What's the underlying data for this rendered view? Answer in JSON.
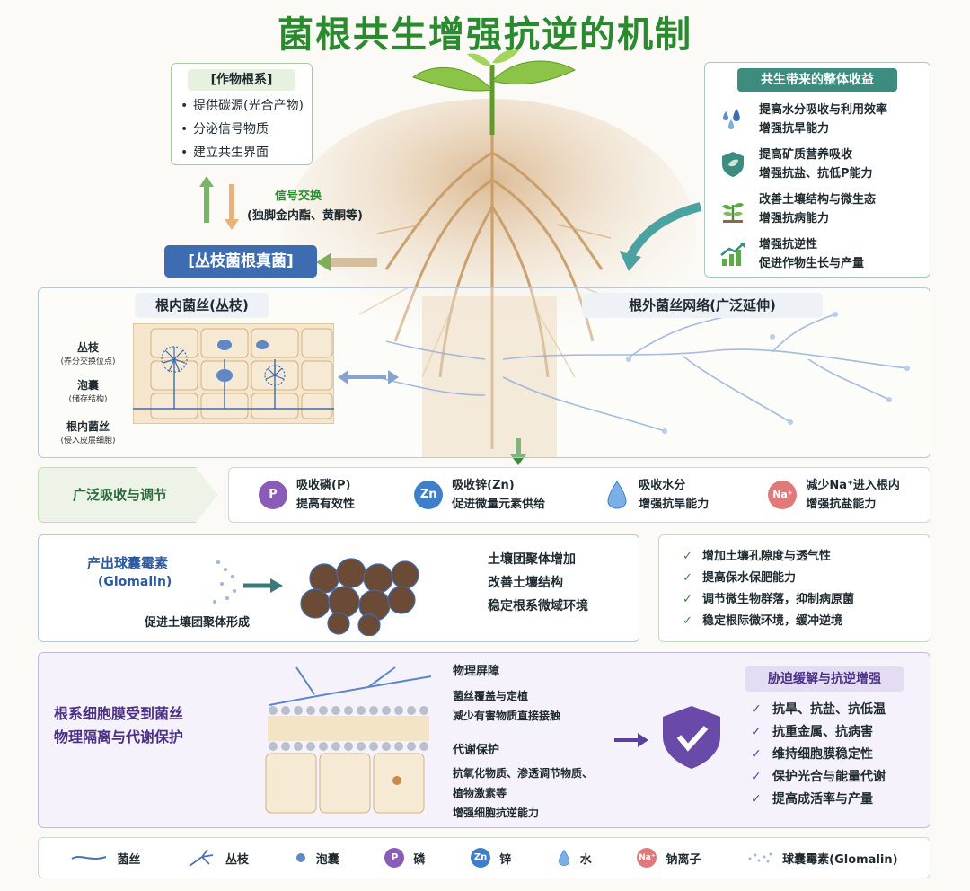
{
  "title": "菌根共生增强抗逆的机制",
  "crop_root": {
    "heading": "[作物根系]",
    "items": [
      "提供碳源(光合产物)",
      "分泌信号物质",
      "建立共生界面"
    ]
  },
  "signal": {
    "label": "信号交换",
    "detail": "(独脚金内酯、黄酮等)"
  },
  "amf_label": "[丛枝菌根真菌]",
  "benefits": {
    "heading": "共生带来的整体收益",
    "items": [
      {
        "icon": "water-drops-icon",
        "line1": "提高水分吸收与利用效率",
        "line2": "增强抗旱能力"
      },
      {
        "icon": "shield-leaf-icon",
        "line1": "提高矿质营养吸收",
        "line2": "增强抗盐、抗低P能力"
      },
      {
        "icon": "plant-icon",
        "line1": "改善土壤结构与微生态",
        "line2": "增强抗病能力"
      },
      {
        "icon": "growth-chart-icon",
        "line1": "增强抗逆性",
        "line2": "促进作物生长与产量"
      }
    ]
  },
  "intra": {
    "heading": "根内菌丝(丛枝)",
    "labels": [
      {
        "name": "丛枝",
        "sub": "(养分交换位点)"
      },
      {
        "name": "泡囊",
        "sub": "(储存结构)"
      },
      {
        "name": "根内菌丝",
        "sub": "(侵入皮层细胞)"
      }
    ]
  },
  "extra": {
    "heading": "根外菌丝网络(广泛延伸)"
  },
  "absorb": {
    "heading": "广泛吸收与调节",
    "items": [
      {
        "symbol": "P",
        "color": "#8a5bb8",
        "line1": "吸收磷(P)",
        "line2": "提高有效性"
      },
      {
        "symbol": "Zn",
        "color": "#3f7ec8",
        "line1": "吸收锌(Zn)",
        "line2": "促进微量元素供给"
      },
      {
        "symbol": "",
        "color": "#5b9bd8",
        "line1": "吸收水分",
        "line2": "增强抗旱能力"
      },
      {
        "symbol": "Na⁺",
        "color": "#e07a7a",
        "line1": "减少Na⁺进入根内",
        "line2": "增强抗盐能力"
      }
    ]
  },
  "glomalin": {
    "line1": "产出球囊霉素",
    "line2": "(Glomalin)",
    "caption": "促进土壤团聚体形成",
    "effects": [
      "土壤团聚体增加",
      "改善土壤结构",
      "稳定根系微域环境"
    ],
    "checks": [
      "增加土壤孔隙度与透气性",
      "提高保水保肥能力",
      "调节微生物群落，抑制病原菌",
      "稳定根际微环境，缓冲逆境"
    ]
  },
  "protect": {
    "left_line1": "根系细胞膜受到菌丝",
    "left_line2": "物理隔离与代谢保护",
    "barrier_heading": "物理屏障",
    "barrier_items": [
      "菌丝覆盖与定植",
      "减少有害物质直接接触"
    ],
    "meta_heading": "代谢保护",
    "meta_items": [
      "抗氧化物质、渗透调节物质、",
      "植物激素等",
      "增强细胞抗逆能力"
    ],
    "result_heading": "胁迫缓解与抗逆增强",
    "result_items": [
      "抗旱、抗盐、抗低温",
      "抗重金属、抗病害",
      "维持细胞膜稳定性",
      "保护光合与能量代谢",
      "提高成活率与产量"
    ]
  },
  "legend": [
    {
      "icon": "hypha-icon",
      "label": "菌丝"
    },
    {
      "icon": "arbuscule-icon",
      "label": "丛枝"
    },
    {
      "icon": "vesicle-icon",
      "label": "泡囊"
    },
    {
      "icon": "phosphorus-icon",
      "symbol": "P",
      "label": "磷"
    },
    {
      "icon": "zinc-icon",
      "symbol": "Zn",
      "label": "锌"
    },
    {
      "icon": "water-icon",
      "label": "水"
    },
    {
      "icon": "sodium-icon",
      "symbol": "Na⁺",
      "label": "钠离子"
    },
    {
      "icon": "glomalin-icon",
      "label": "球囊霉素(Glomalin)"
    }
  ]
}
